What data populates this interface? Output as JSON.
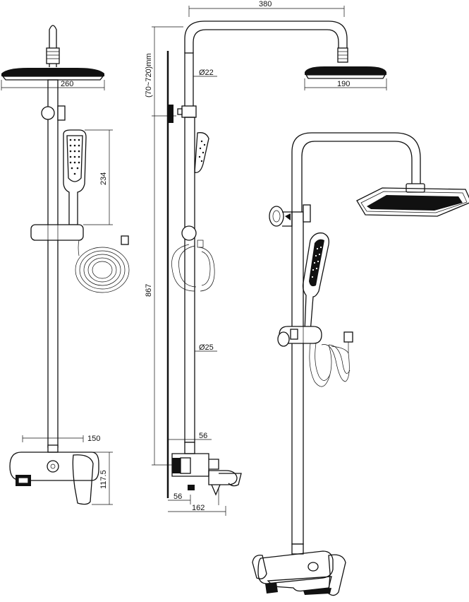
{
  "dimensions": {
    "head_width_front": "260",
    "hand_shower_length": "234",
    "mixer_depth": "150",
    "mixer_height": "117.5",
    "arm_reach": "380",
    "head_width_side": "190",
    "pipe_top_dia": "Ø22",
    "pipe_bottom_dia": "Ø25",
    "height_adjust": "(70~720)mm",
    "total_height": "867",
    "wall_offset_top": "56",
    "wall_offset_bottom": "56",
    "mixer_projection": "162"
  }
}
